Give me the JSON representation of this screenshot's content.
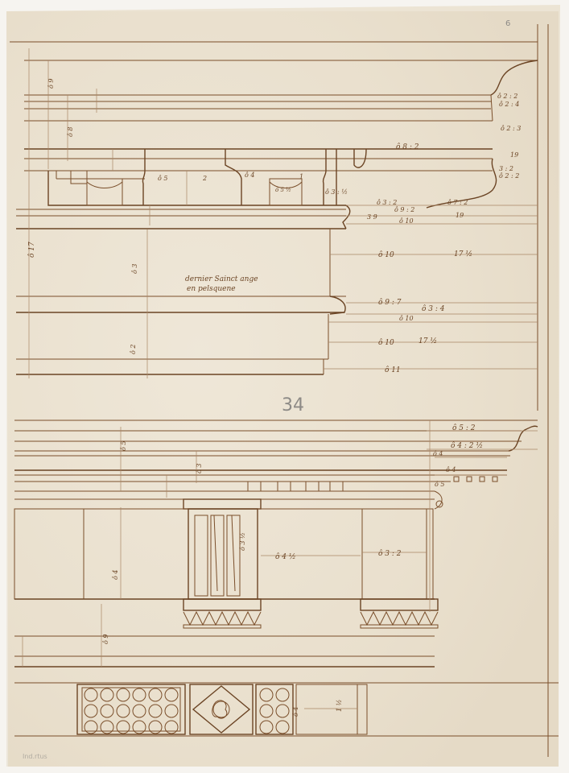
{
  "sheet": {
    "paper_color": "#ece4d4",
    "ink_color": "#6b4424",
    "page_number": "34",
    "corner_mark_top": "6",
    "annotation_line1": "dernier Sainct ange",
    "annotation_line2": "en pelsquene",
    "bottom_pencil_note": "Ind.rtus"
  },
  "upper_elevation": {
    "measures_right": [
      {
        "id": "u1",
        "text": "ô 2 : 2"
      },
      {
        "id": "u2",
        "text": "ô 2 : 4"
      },
      {
        "id": "u3",
        "text": "ô 2 : 3"
      },
      {
        "id": "u4",
        "text": "ô 8 : 2"
      },
      {
        "id": "u5",
        "text": "19"
      },
      {
        "id": "u6",
        "text": "3 : 2"
      },
      {
        "id": "u7",
        "text": "ô 2 : 2"
      },
      {
        "id": "u8",
        "text": "ô 3 : 2"
      },
      {
        "id": "u9",
        "text": "ô 9 : 2"
      },
      {
        "id": "u10",
        "text": "ô 7 : 2"
      },
      {
        "id": "u11",
        "text": "3 9"
      },
      {
        "id": "u12",
        "text": "ô 10"
      },
      {
        "id": "u13",
        "text": "19"
      },
      {
        "id": "u14",
        "text": "ô 10"
      },
      {
        "id": "u15",
        "text": "17 ½"
      },
      {
        "id": "u16",
        "text": "ô 9 : 7"
      },
      {
        "id": "u17",
        "text": "ô 3 : 4"
      },
      {
        "id": "u18",
        "text": "ô 10"
      },
      {
        "id": "u19",
        "text": "ô 10"
      },
      {
        "id": "u20",
        "text": "17 ½"
      },
      {
        "id": "u21",
        "text": "ô 11"
      }
    ],
    "measures_inner": [
      {
        "id": "m1",
        "text": "ô 5"
      },
      {
        "id": "m2",
        "text": "2"
      },
      {
        "id": "m3",
        "text": "ô 4"
      },
      {
        "id": "m4",
        "text": "ô 5 ½"
      },
      {
        "id": "m5",
        "text": "1"
      },
      {
        "id": "m6",
        "text": "ô 3 : ½"
      }
    ],
    "measures_left": [
      {
        "id": "l1",
        "text": "ô 17"
      },
      {
        "id": "l2",
        "text": "ô 9"
      },
      {
        "id": "l3",
        "text": "ô 8"
      },
      {
        "id": "l4",
        "text": "ô 2"
      },
      {
        "id": "l5",
        "text": "ô 3"
      }
    ]
  },
  "lower_elevation": {
    "measures_right": [
      {
        "id": "d1",
        "text": "ô 5 : 2"
      },
      {
        "id": "d2",
        "text": "ô 4 : 2 ½"
      },
      {
        "id": "d3",
        "text": "ô 4"
      },
      {
        "id": "d4",
        "text": "ô 4"
      },
      {
        "id": "d5",
        "text": "ô 5"
      }
    ],
    "measures_inner": [
      {
        "id": "i1",
        "text": "ô 4 ½"
      },
      {
        "id": "i2",
        "text": "ô 3 : 2"
      },
      {
        "id": "i3",
        "text": "ô 3 ½"
      },
      {
        "id": "i4",
        "text": "ô 4"
      },
      {
        "id": "i5",
        "text": "1 ½"
      }
    ],
    "measures_left": [
      {
        "id": "e1",
        "text": "ô 9"
      },
      {
        "id": "e2",
        "text": "ô 5"
      },
      {
        "id": "e3",
        "text": "ô 3"
      },
      {
        "id": "e4",
        "text": "ô 4"
      }
    ]
  }
}
